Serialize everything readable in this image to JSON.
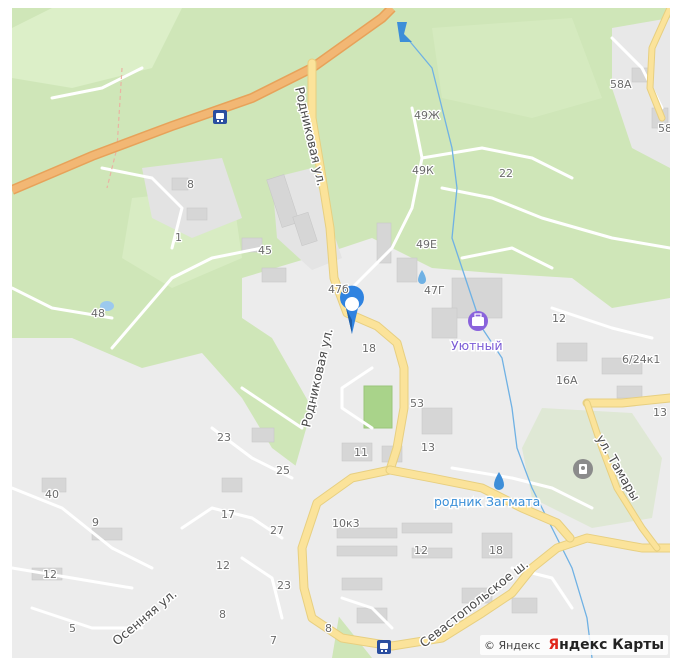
{
  "map": {
    "streets": {
      "rodnikovaya_top": "Родниковая ул.",
      "rodnikovaya_bottom": "Родниковая ул.",
      "tamary": "ул. Тамары",
      "sevastopolskoe": "Севастопольское ш.",
      "osennyaya": "Осенняя ул."
    },
    "pois": {
      "uyutny": "Уютный",
      "rodnik": "родник Загмата"
    },
    "house_numbers": {
      "h58a": "58А",
      "h58": "58",
      "h49zh": "49Ж",
      "h49k": "49К",
      "h22": "22",
      "h49e": "49Е",
      "h47g": "47Г",
      "h47b": "47б",
      "h8a": "8",
      "h1": "1",
      "h45": "45",
      "h48": "48",
      "h12a": "12",
      "h6_24k1": "6/24к1",
      "h16a": "16А",
      "h18a": "18",
      "h53": "53",
      "h13a": "13",
      "h13b": "13",
      "h23a": "23",
      "h11": "11",
      "h25": "25",
      "h40": "40",
      "h9": "9",
      "h17": "17",
      "h27": "27",
      "h10k3": "10к3",
      "h12b": "12",
      "h18b": "18",
      "h12c": "12",
      "h12d": "12",
      "h23b": "23",
      "h8b": "8",
      "h8c": "8",
      "h7": "7",
      "h5": "5"
    },
    "colors": {
      "forest": "#cfe6b8",
      "urban": "#ececec",
      "highway": "#f2b774",
      "main_road": "#fbe39a",
      "water": "#6fb1e4",
      "pin": "#2f83e0"
    },
    "icons": [
      "bus-stop-icon",
      "bus-stop-icon",
      "location-pin-icon",
      "briefcase-icon",
      "spring-icon",
      "monument-icon",
      "waterfall-icon"
    ]
  },
  "attribution": {
    "copyright": "© Яндекс",
    "brand_first": "Я",
    "brand_rest": "ндекс Карты"
  }
}
